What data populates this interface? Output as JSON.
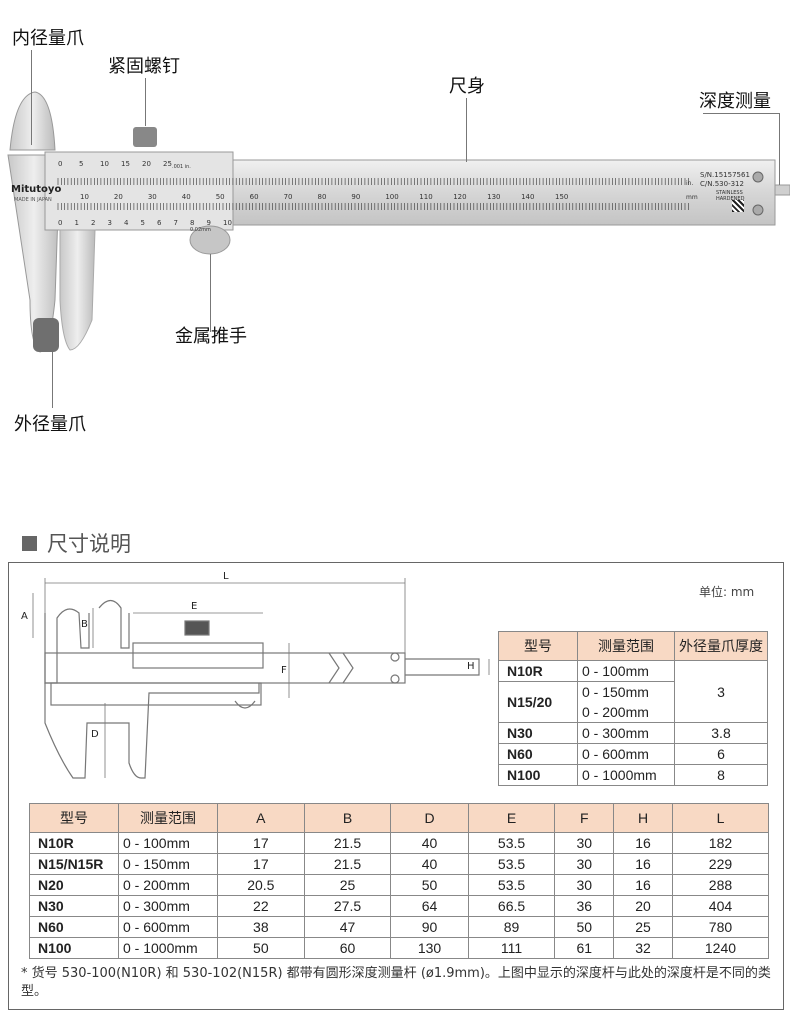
{
  "callouts": {
    "inner_jaw": "内径量爪",
    "lock_screw": "紧固螺钉",
    "main_scale": "尺身",
    "depth": "深度测量",
    "thumb": "金属推手",
    "outer_jaw": "外径量爪"
  },
  "caliper": {
    "brand": "Mitutoyo",
    "made_in": "MADE IN JAPAN",
    "serial": "S/N.15157561",
    "code": "C/N.530-312",
    "stainless": "STAINLESS",
    "hardened": "HARDENED",
    "unit_in": "in.",
    "unit_mm": "mm",
    "vernier_in_note": ".001 in.",
    "vernier_mm_note": "0.02mm",
    "top_vernier_ticks": [
      "0",
      "5",
      "10",
      "15",
      "20",
      "25"
    ],
    "mm_scale": [
      "10",
      "20",
      "30",
      "40",
      "50",
      "60",
      "70",
      "80",
      "90",
      "100",
      "110",
      "120",
      "130",
      "140",
      "150"
    ],
    "bottom_vernier_ticks": [
      "0",
      "1",
      "2",
      "3",
      "4",
      "5",
      "6",
      "7",
      "8",
      "9",
      "10"
    ]
  },
  "section": {
    "title": "尺寸说明"
  },
  "diagram": {
    "labels": {
      "L": "L",
      "E": "E",
      "A": "A",
      "B": "B",
      "D": "D",
      "F": "F",
      "H": "H"
    }
  },
  "unit_label": "单位: mm",
  "small_table": {
    "headers": [
      "型号",
      "测量范围",
      "外径量爪厚度"
    ],
    "rows": [
      {
        "model": "N10R",
        "range": "0 - 100mm"
      },
      {
        "model": "N15/20",
        "range": "0 - 150mm",
        "range2": "0 - 200mm"
      },
      {
        "model": "N30",
        "range": "0 - 300mm",
        "thick": "3.8"
      },
      {
        "model": "N60",
        "range": "0 - 600mm",
        "thick": "6"
      },
      {
        "model": "N100",
        "range": "0 - 1000mm",
        "thick": "8"
      }
    ],
    "merged_thick": "3"
  },
  "big_table": {
    "headers": [
      "型号",
      "测量范围",
      "A",
      "B",
      "D",
      "E",
      "F",
      "H",
      "L"
    ],
    "rows": [
      [
        "N10R",
        "0 - 100mm",
        "17",
        "21.5",
        "40",
        "53.5",
        "30",
        "16",
        "182"
      ],
      [
        "N15/N15R",
        "0 - 150mm",
        "17",
        "21.5",
        "40",
        "53.5",
        "30",
        "16",
        "229"
      ],
      [
        "N20",
        "0 - 200mm",
        "20.5",
        "25",
        "50",
        "53.5",
        "30",
        "16",
        "288"
      ],
      [
        "N30",
        "0 - 300mm",
        "22",
        "27.5",
        "64",
        "66.5",
        "36",
        "20",
        "404"
      ],
      [
        "N60",
        "0 - 600mm",
        "38",
        "47",
        "90",
        "89",
        "50",
        "25",
        "780"
      ],
      [
        "N100",
        "0 - 1000mm",
        "50",
        "60",
        "130",
        "111",
        "61",
        "32",
        "1240"
      ]
    ]
  },
  "footnote": "* 货号 530-100(N10R) 和 530-102(N15R) 都带有圆形深度测量杆 (ø1.9mm)。上图中显示的深度杆与此处的深度杆是不同的类型。",
  "colors": {
    "header_bg": "#f8d9c4",
    "steel": "#d8d8d8"
  }
}
